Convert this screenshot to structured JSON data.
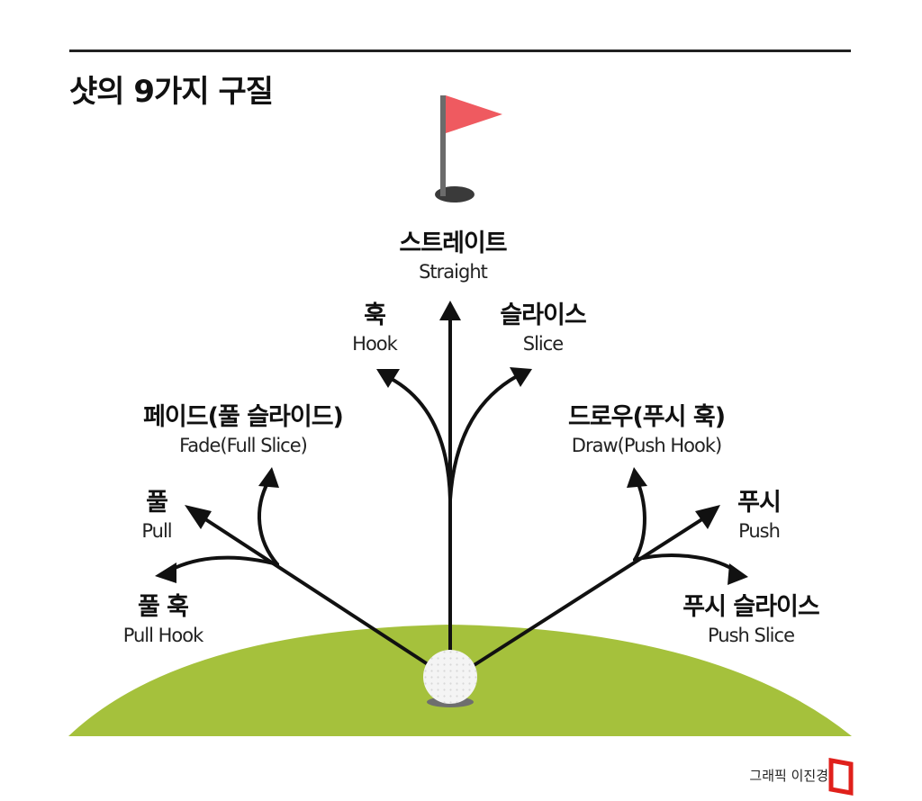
{
  "title": "샷의 9가지 구질",
  "shots": {
    "straight": {
      "ko": "스트레이트",
      "en": "Straight"
    },
    "hook": {
      "ko": "훅",
      "en": "Hook"
    },
    "slice": {
      "ko": "슬라이스",
      "en": "Slice"
    },
    "fade": {
      "ko": "페이드(풀 슬라이드)",
      "en": "Fade(Full Slice)"
    },
    "draw": {
      "ko": "드로우(푸시 훅)",
      "en": "Draw(Push Hook)"
    },
    "pull": {
      "ko": "풀",
      "en": "Pull"
    },
    "push": {
      "ko": "푸시",
      "en": "Push"
    },
    "pull_hook": {
      "ko": "풀 훅",
      "en": "Pull Hook"
    },
    "push_slice": {
      "ko": "푸시 슬라이스",
      "en": "Push Slice"
    }
  },
  "credit": "그래픽 이진경",
  "colors": {
    "grass": "#a5c13c",
    "flag": "#ef5a60",
    "pole": "#6b6b6b",
    "hole": "#3a3a3a",
    "ball": "#f4f4f4",
    "line": "#111111",
    "logo": "#e0201b"
  },
  "icons": {
    "flag": "flag-icon",
    "ball": "golf-ball-icon",
    "logo": "publisher-logo-icon"
  }
}
